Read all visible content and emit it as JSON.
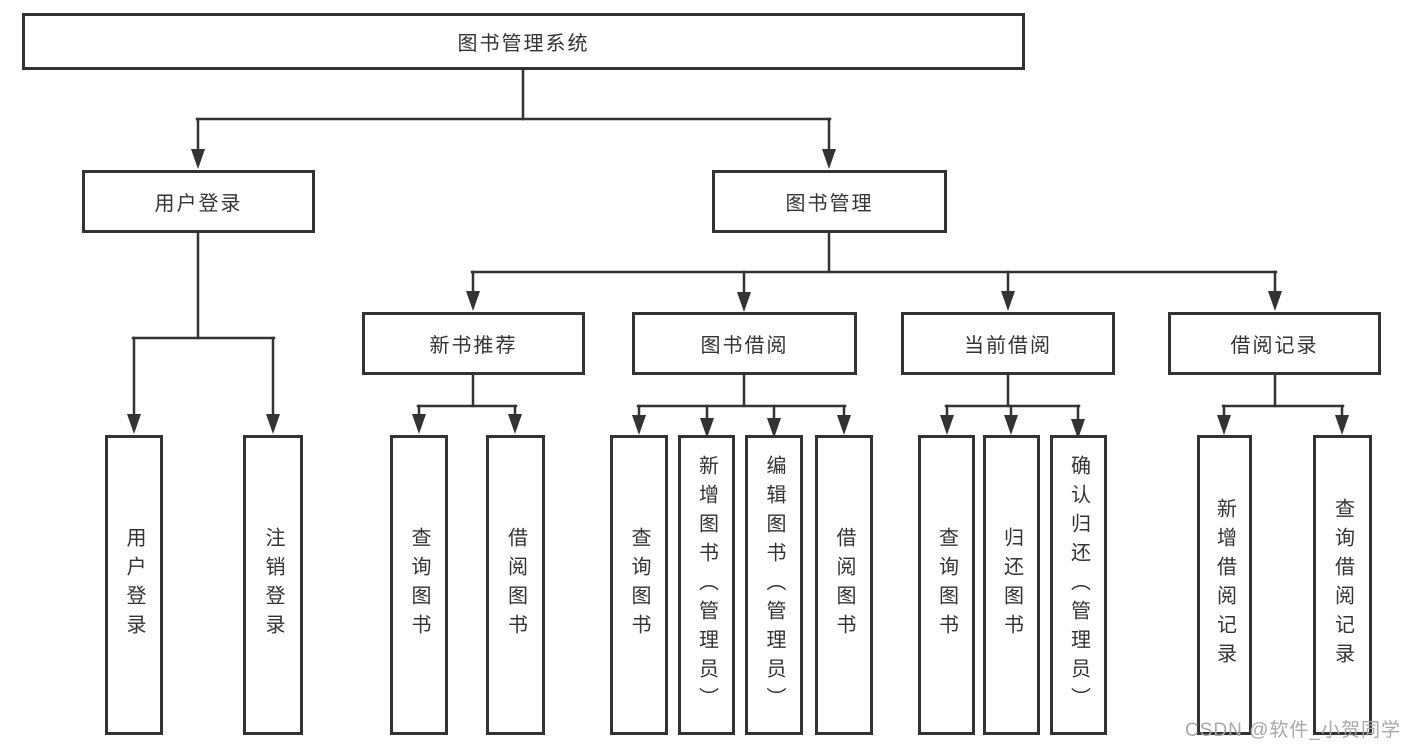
{
  "diagram": {
    "title": "图书管理系统",
    "line_color": "#333333",
    "root": {
      "label": "图书管理系统"
    },
    "branches": [
      {
        "label": "用户登录",
        "children": [
          {
            "label": "用户登录"
          },
          {
            "label": "注销登录"
          }
        ]
      },
      {
        "label": "图书管理",
        "groups": [
          {
            "label": "新书推荐",
            "children": [
              {
                "label": "查询图书"
              },
              {
                "label": "借阅图书"
              }
            ]
          },
          {
            "label": "图书借阅",
            "children": [
              {
                "label": "查询图书"
              },
              {
                "label": "新增图书（管理员）"
              },
              {
                "label": "编辑图书（管理员）"
              },
              {
                "label": "借阅图书"
              }
            ]
          },
          {
            "label": "当前借阅",
            "children": [
              {
                "label": "查询图书"
              },
              {
                "label": "归还图书"
              },
              {
                "label": "确认归还（管理员）"
              }
            ]
          },
          {
            "label": "借阅记录",
            "children": [
              {
                "label": "新增借阅记录"
              },
              {
                "label": "查询借阅记录"
              }
            ]
          }
        ]
      }
    ]
  },
  "watermark": {
    "text": "CSDN @软件_小贺同学",
    "color": "#a8a8a8"
  }
}
